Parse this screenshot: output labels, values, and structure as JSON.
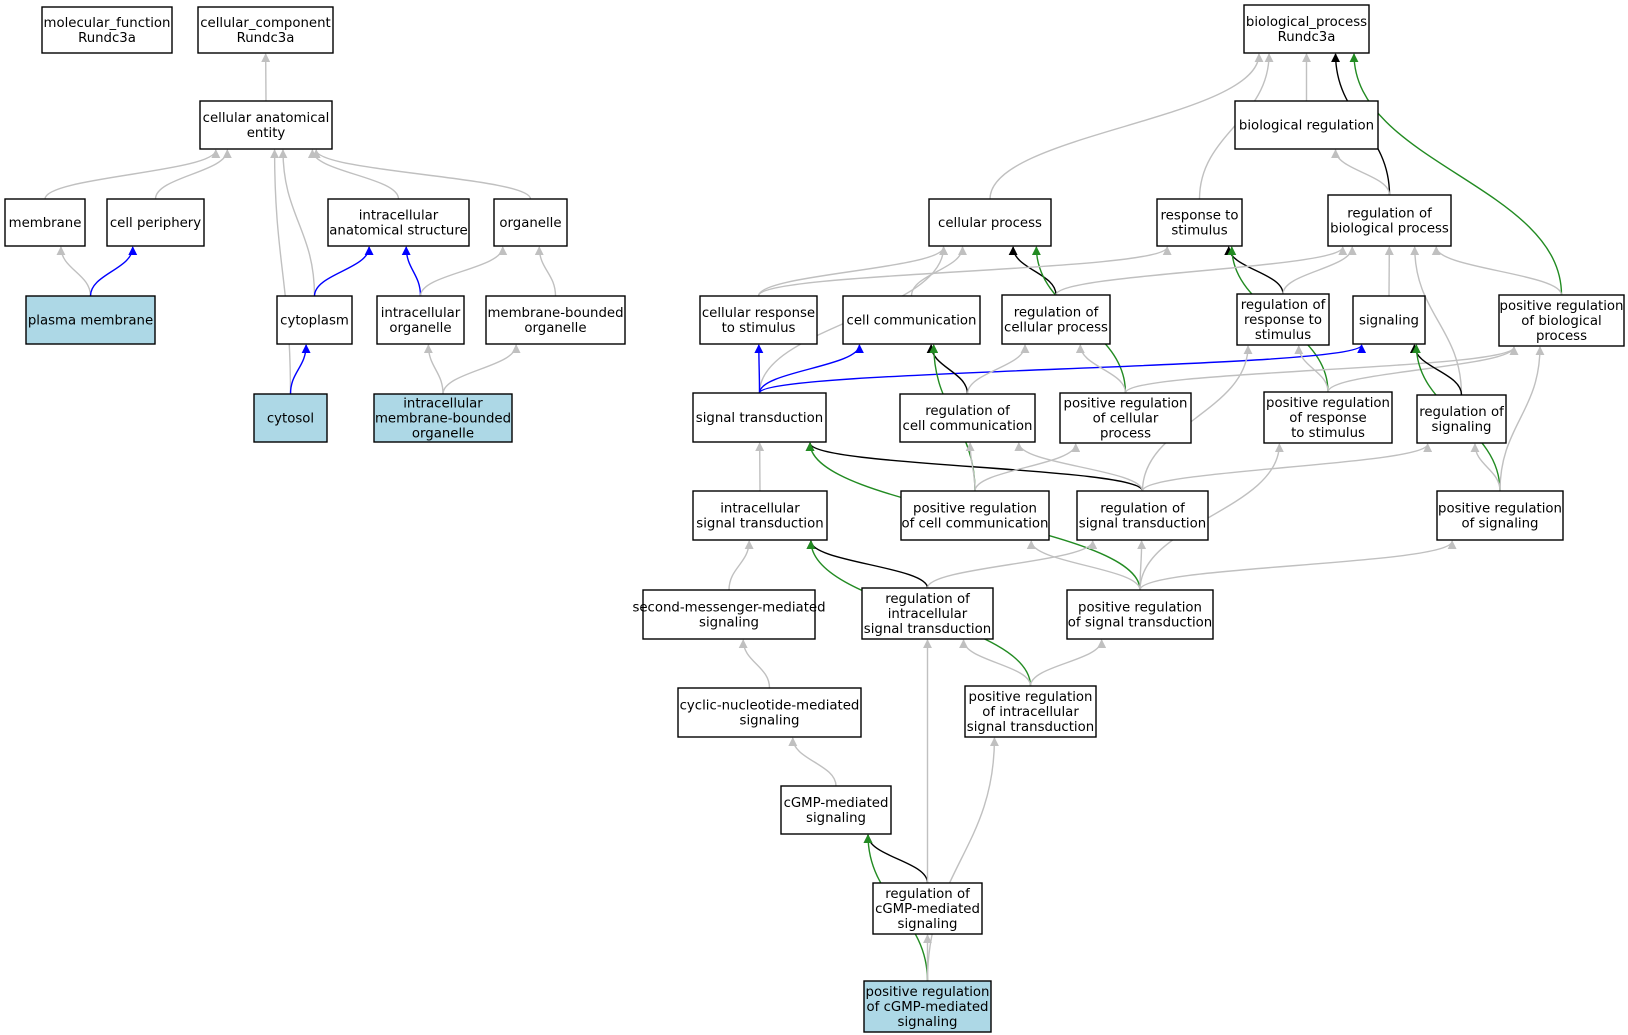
{
  "colors": {
    "node_default": "#ffffff",
    "node_highlight": "#add8e6",
    "edge_is_a": "#c0c0c0",
    "edge_part_of": "#0000ff",
    "edge_regulates": "#000000",
    "edge_positively_regulates": "#228b22"
  },
  "nodes": [
    {
      "id": "molecular_function",
      "lines": [
        "molecular_function",
        "Rundc3a"
      ],
      "highlight": false
    },
    {
      "id": "cellular_component",
      "lines": [
        "cellular_component",
        "Rundc3a"
      ],
      "highlight": false
    },
    {
      "id": "cellular_anatomical_entity",
      "lines": [
        "cellular anatomical",
        "entity"
      ],
      "highlight": false
    },
    {
      "id": "membrane",
      "lines": [
        "membrane"
      ],
      "highlight": false
    },
    {
      "id": "cell_periphery",
      "lines": [
        "cell periphery"
      ],
      "highlight": false
    },
    {
      "id": "intracellular_anatomical_structure",
      "lines": [
        "intracellular",
        "anatomical structure"
      ],
      "highlight": false
    },
    {
      "id": "organelle",
      "lines": [
        "organelle"
      ],
      "highlight": false
    },
    {
      "id": "plasma_membrane",
      "lines": [
        "plasma membrane"
      ],
      "highlight": true
    },
    {
      "id": "cytoplasm",
      "lines": [
        "cytoplasm"
      ],
      "highlight": false
    },
    {
      "id": "intracellular_organelle",
      "lines": [
        "intracellular",
        "organelle"
      ],
      "highlight": false
    },
    {
      "id": "membrane_bounded_organelle",
      "lines": [
        "membrane-bounded",
        "organelle"
      ],
      "highlight": false
    },
    {
      "id": "cytosol",
      "lines": [
        "cytosol"
      ],
      "highlight": true
    },
    {
      "id": "intracellular_membrane_bounded_organelle",
      "lines": [
        "intracellular",
        "membrane-bounded",
        "organelle"
      ],
      "highlight": true
    },
    {
      "id": "biological_process",
      "lines": [
        "biological_process",
        "Rundc3a"
      ],
      "highlight": false
    },
    {
      "id": "biological_regulation",
      "lines": [
        "biological regulation"
      ],
      "highlight": false
    },
    {
      "id": "cellular_process",
      "lines": [
        "cellular process"
      ],
      "highlight": false
    },
    {
      "id": "response_to_stimulus",
      "lines": [
        "response to",
        "stimulus"
      ],
      "highlight": false
    },
    {
      "id": "regulation_of_biological_process",
      "lines": [
        "regulation of",
        "biological process"
      ],
      "highlight": false
    },
    {
      "id": "cellular_response_to_stimulus",
      "lines": [
        "cellular response",
        "to stimulus"
      ],
      "highlight": false
    },
    {
      "id": "cell_communication",
      "lines": [
        "cell communication"
      ],
      "highlight": false
    },
    {
      "id": "regulation_of_cellular_process",
      "lines": [
        "regulation of",
        "cellular process"
      ],
      "highlight": false
    },
    {
      "id": "regulation_of_response_to_stimulus",
      "lines": [
        "regulation of",
        "response to",
        "stimulus"
      ],
      "highlight": false
    },
    {
      "id": "signaling",
      "lines": [
        "signaling"
      ],
      "highlight": false
    },
    {
      "id": "positive_regulation_of_biological_process",
      "lines": [
        "positive regulation",
        "of biological",
        "process"
      ],
      "highlight": false
    },
    {
      "id": "signal_transduction",
      "lines": [
        "signal transduction"
      ],
      "highlight": false
    },
    {
      "id": "regulation_of_cell_communication",
      "lines": [
        "regulation of",
        "cell communication"
      ],
      "highlight": false
    },
    {
      "id": "positive_regulation_of_cellular_process",
      "lines": [
        "positive regulation",
        "of cellular",
        "process"
      ],
      "highlight": false
    },
    {
      "id": "positive_regulation_of_response_to_stimulus",
      "lines": [
        "positive regulation",
        "of response",
        "to stimulus"
      ],
      "highlight": false
    },
    {
      "id": "regulation_of_signaling",
      "lines": [
        "regulation of",
        "signaling"
      ],
      "highlight": false
    },
    {
      "id": "intracellular_signal_transduction",
      "lines": [
        "intracellular",
        "signal transduction"
      ],
      "highlight": false
    },
    {
      "id": "positive_regulation_of_cell_communication",
      "lines": [
        "positive regulation",
        "of cell communication"
      ],
      "highlight": false
    },
    {
      "id": "regulation_of_signal_transduction",
      "lines": [
        "regulation of",
        "signal transduction"
      ],
      "highlight": false
    },
    {
      "id": "positive_regulation_of_signaling",
      "lines": [
        "positive regulation",
        "of signaling"
      ],
      "highlight": false
    },
    {
      "id": "second_messenger_mediated_signaling",
      "lines": [
        "second-messenger-mediated",
        "signaling"
      ],
      "highlight": false
    },
    {
      "id": "regulation_of_intracellular_signal_transduction",
      "lines": [
        "regulation of",
        "intracellular",
        "signal transduction"
      ],
      "highlight": false
    },
    {
      "id": "positive_regulation_of_signal_transduction",
      "lines": [
        "positive regulation",
        "of signal transduction"
      ],
      "highlight": false
    },
    {
      "id": "cyclic_nucleotide_mediated_signaling",
      "lines": [
        "cyclic-nucleotide-mediated",
        "signaling"
      ],
      "highlight": false
    },
    {
      "id": "positive_regulation_of_intracellular_signal_transduction",
      "lines": [
        "positive regulation",
        "of intracellular",
        "signal transduction"
      ],
      "highlight": false
    },
    {
      "id": "cGMP_mediated_signaling",
      "lines": [
        "cGMP-mediated",
        "signaling"
      ],
      "highlight": false
    },
    {
      "id": "regulation_of_cGMP_mediated_signaling",
      "lines": [
        "regulation of",
        "cGMP-mediated",
        "signaling"
      ],
      "highlight": false
    },
    {
      "id": "positive_regulation_of_cGMP_mediated_signaling",
      "lines": [
        "positive regulation",
        "of cGMP-mediated",
        "signaling"
      ],
      "highlight": true
    }
  ],
  "edges": [
    {
      "from": "cellular_anatomical_entity",
      "to": "cellular_component",
      "type": "is_a"
    },
    {
      "from": "membrane",
      "to": "cellular_anatomical_entity",
      "type": "is_a"
    },
    {
      "from": "cell_periphery",
      "to": "cellular_anatomical_entity",
      "type": "is_a"
    },
    {
      "from": "intracellular_anatomical_structure",
      "to": "cellular_anatomical_entity",
      "type": "is_a"
    },
    {
      "from": "organelle",
      "to": "cellular_anatomical_entity",
      "type": "is_a"
    },
    {
      "from": "cytoplasm",
      "to": "cellular_anatomical_entity",
      "type": "is_a"
    },
    {
      "from": "cytosol",
      "to": "cellular_anatomical_entity",
      "type": "is_a"
    },
    {
      "from": "plasma_membrane",
      "to": "membrane",
      "type": "is_a"
    },
    {
      "from": "plasma_membrane",
      "to": "cell_periphery",
      "type": "part_of"
    },
    {
      "from": "cytoplasm",
      "to": "intracellular_anatomical_structure",
      "type": "part_of"
    },
    {
      "from": "intracellular_organelle",
      "to": "intracellular_anatomical_structure",
      "type": "part_of"
    },
    {
      "from": "intracellular_organelle",
      "to": "organelle",
      "type": "is_a"
    },
    {
      "from": "membrane_bounded_organelle",
      "to": "organelle",
      "type": "is_a"
    },
    {
      "from": "cytosol",
      "to": "cytoplasm",
      "type": "part_of"
    },
    {
      "from": "intracellular_membrane_bounded_organelle",
      "to": "intracellular_organelle",
      "type": "is_a"
    },
    {
      "from": "intracellular_membrane_bounded_organelle",
      "to": "membrane_bounded_organelle",
      "type": "is_a"
    },
    {
      "from": "biological_regulation",
      "to": "biological_process",
      "type": "is_a"
    },
    {
      "from": "cellular_process",
      "to": "biological_process",
      "type": "is_a"
    },
    {
      "from": "response_to_stimulus",
      "to": "biological_process",
      "type": "is_a"
    },
    {
      "from": "regulation_of_biological_process",
      "to": "biological_process",
      "type": "regulates"
    },
    {
      "from": "positive_regulation_of_biological_process",
      "to": "biological_process",
      "type": "positively_regulates"
    },
    {
      "from": "regulation_of_biological_process",
      "to": "biological_regulation",
      "type": "is_a"
    },
    {
      "from": "cellular_response_to_stimulus",
      "to": "cellular_process",
      "type": "is_a"
    },
    {
      "from": "cell_communication",
      "to": "cellular_process",
      "type": "is_a"
    },
    {
      "from": "regulation_of_cellular_process",
      "to": "cellular_process",
      "type": "regulates"
    },
    {
      "from": "positive_regulation_of_cellular_process",
      "to": "cellular_process",
      "type": "positively_regulates"
    },
    {
      "from": "signal_transduction",
      "to": "cellular_process",
      "type": "is_a"
    },
    {
      "from": "cellular_response_to_stimulus",
      "to": "response_to_stimulus",
      "type": "is_a"
    },
    {
      "from": "regulation_of_response_to_stimulus",
      "to": "response_to_stimulus",
      "type": "regulates"
    },
    {
      "from": "positive_regulation_of_response_to_stimulus",
      "to": "response_to_stimulus",
      "type": "positively_regulates"
    },
    {
      "from": "regulation_of_cellular_process",
      "to": "regulation_of_biological_process",
      "type": "is_a"
    },
    {
      "from": "regulation_of_response_to_stimulus",
      "to": "regulation_of_biological_process",
      "type": "is_a"
    },
    {
      "from": "signaling",
      "to": "regulation_of_biological_process",
      "type": "is_a"
    },
    {
      "from": "regulation_of_signaling",
      "to": "regulation_of_biological_process",
      "type": "is_a"
    },
    {
      "from": "positive_regulation_of_biological_process",
      "to": "regulation_of_biological_process",
      "type": "is_a"
    },
    {
      "from": "signal_transduction",
      "to": "cellular_response_to_stimulus",
      "type": "part_of"
    },
    {
      "from": "signal_transduction",
      "to": "cell_communication",
      "type": "part_of"
    },
    {
      "from": "signal_transduction",
      "to": "signaling",
      "type": "part_of"
    },
    {
      "from": "regulation_of_cell_communication",
      "to": "cell_communication",
      "type": "regulates"
    },
    {
      "from": "positive_regulation_of_cell_communication",
      "to": "cell_communication",
      "type": "positively_regulates"
    },
    {
      "from": "regulation_of_cell_communication",
      "to": "regulation_of_cellular_process",
      "type": "is_a"
    },
    {
      "from": "positive_regulation_of_cellular_process",
      "to": "regulation_of_cellular_process",
      "type": "is_a"
    },
    {
      "from": "positive_regulation_of_cellular_process",
      "to": "positive_regulation_of_biological_process",
      "type": "is_a"
    },
    {
      "from": "positive_regulation_of_response_to_stimulus",
      "to": "regulation_of_response_to_stimulus",
      "type": "is_a"
    },
    {
      "from": "positive_regulation_of_response_to_stimulus",
      "to": "positive_regulation_of_biological_process",
      "type": "is_a"
    },
    {
      "from": "regulation_of_signaling",
      "to": "signaling",
      "type": "regulates"
    },
    {
      "from": "positive_regulation_of_signaling",
      "to": "signaling",
      "type": "positively_regulates"
    },
    {
      "from": "positive_regulation_of_signaling",
      "to": "regulation_of_signaling",
      "type": "is_a"
    },
    {
      "from": "positive_regulation_of_signaling",
      "to": "positive_regulation_of_biological_process",
      "type": "is_a"
    },
    {
      "from": "intracellular_signal_transduction",
      "to": "signal_transduction",
      "type": "is_a"
    },
    {
      "from": "regulation_of_signal_transduction",
      "to": "signal_transduction",
      "type": "regulates"
    },
    {
      "from": "positive_regulation_of_signal_transduction",
      "to": "signal_transduction",
      "type": "positively_regulates"
    },
    {
      "from": "positive_regulation_of_cell_communication",
      "to": "regulation_of_cell_communication",
      "type": "is_a"
    },
    {
      "from": "positive_regulation_of_cell_communication",
      "to": "positive_regulation_of_cellular_process",
      "type": "is_a"
    },
    {
      "from": "regulation_of_signal_transduction",
      "to": "regulation_of_cell_communication",
      "type": "is_a"
    },
    {
      "from": "regulation_of_signal_transduction",
      "to": "regulation_of_response_to_stimulus",
      "type": "is_a"
    },
    {
      "from": "regulation_of_signal_transduction",
      "to": "regulation_of_signaling",
      "type": "is_a"
    },
    {
      "from": "second_messenger_mediated_signaling",
      "to": "intracellular_signal_transduction",
      "type": "is_a"
    },
    {
      "from": "regulation_of_intracellular_signal_transduction",
      "to": "intracellular_signal_transduction",
      "type": "regulates"
    },
    {
      "from": "positive_regulation_of_intracellular_signal_transduction",
      "to": "intracellular_signal_transduction",
      "type": "positively_regulates"
    },
    {
      "from": "regulation_of_intracellular_signal_transduction",
      "to": "regulation_of_signal_transduction",
      "type": "is_a"
    },
    {
      "from": "positive_regulation_of_signal_transduction",
      "to": "positive_regulation_of_cell_communication",
      "type": "is_a"
    },
    {
      "from": "positive_regulation_of_signal_transduction",
      "to": "regulation_of_signal_transduction",
      "type": "is_a"
    },
    {
      "from": "positive_regulation_of_signal_transduction",
      "to": "positive_regulation_of_response_to_stimulus",
      "type": "is_a"
    },
    {
      "from": "positive_regulation_of_signal_transduction",
      "to": "positive_regulation_of_signaling",
      "type": "is_a"
    },
    {
      "from": "cyclic_nucleotide_mediated_signaling",
      "to": "second_messenger_mediated_signaling",
      "type": "is_a"
    },
    {
      "from": "positive_regulation_of_intracellular_signal_transduction",
      "to": "regulation_of_intracellular_signal_transduction",
      "type": "is_a"
    },
    {
      "from": "positive_regulation_of_intracellular_signal_transduction",
      "to": "positive_regulation_of_signal_transduction",
      "type": "is_a"
    },
    {
      "from": "cGMP_mediated_signaling",
      "to": "cyclic_nucleotide_mediated_signaling",
      "type": "is_a"
    },
    {
      "from": "regulation_of_cGMP_mediated_signaling",
      "to": "cGMP_mediated_signaling",
      "type": "regulates"
    },
    {
      "from": "regulation_of_cGMP_mediated_signaling",
      "to": "regulation_of_intracellular_signal_transduction",
      "type": "is_a"
    },
    {
      "from": "positive_regulation_of_cGMP_mediated_signaling",
      "to": "cGMP_mediated_signaling",
      "type": "positively_regulates"
    },
    {
      "from": "positive_regulation_of_cGMP_mediated_signaling",
      "to": "regulation_of_cGMP_mediated_signaling",
      "type": "is_a"
    },
    {
      "from": "positive_regulation_of_cGMP_mediated_signaling",
      "to": "positive_regulation_of_intracellular_signal_transduction",
      "type": "is_a"
    }
  ]
}
